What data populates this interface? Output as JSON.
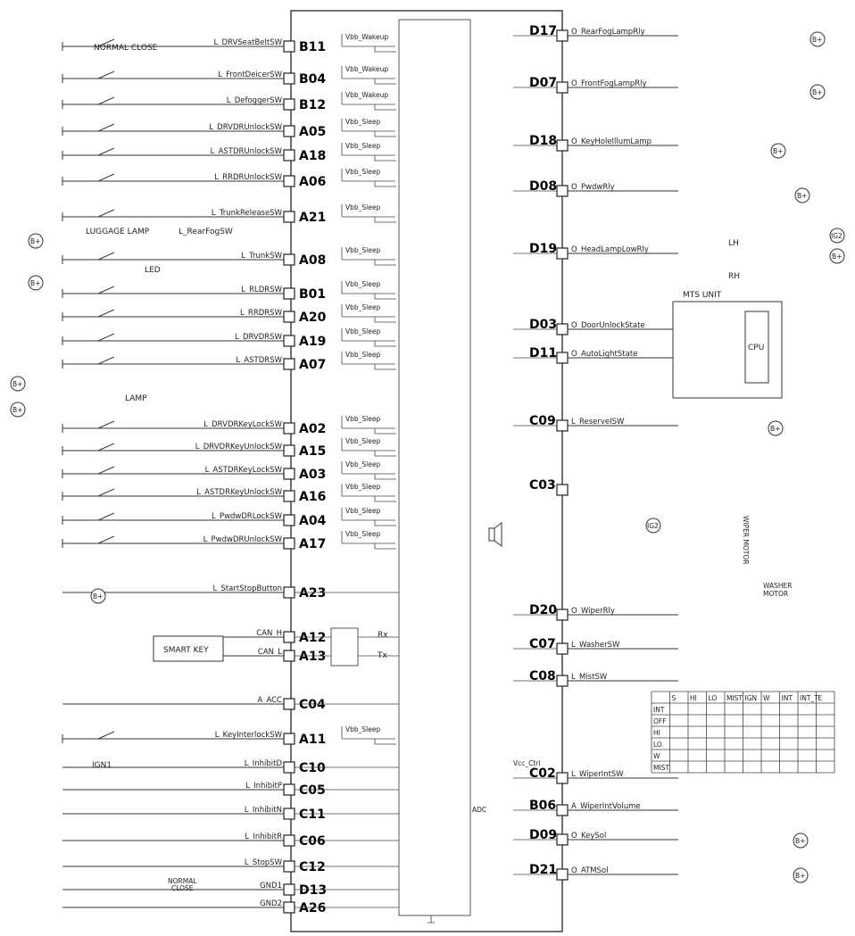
{
  "left_pins": [
    {
      "pin": "B11",
      "signal": "L_DRVSeatBeltSW",
      "bias": "Vbb_Wakeup"
    },
    {
      "pin": "B04",
      "signal": "L_FrontDeicerSW",
      "bias": "Vbb_Wakeup"
    },
    {
      "pin": "B12",
      "signal": "L_DefoggerSW",
      "bias": "Vbb_Wakeup"
    },
    {
      "pin": "A05",
      "signal": "L_DRVDRUnlockSW",
      "bias": "Vbb_Sleep"
    },
    {
      "pin": "A18",
      "signal": "L_ASTDRUnlockSW",
      "bias": "Vbb_Sleep"
    },
    {
      "pin": "A06",
      "signal": "L_RRDRUnlockSW",
      "bias": "Vbb_Sleep"
    },
    {
      "pin": "A21",
      "signal": "L_TrunkReleaseSW",
      "bias": "Vbb_Sleep"
    },
    {
      "pin": "A08",
      "signal": "L_TrunkSW",
      "bias": "Vbb_Sleep"
    },
    {
      "pin": "B01",
      "signal": "L_RLDRSW",
      "bias": "Vbb_Sleep"
    },
    {
      "pin": "A20",
      "signal": "L_RRDRSW",
      "bias": "Vbb_Sleep"
    },
    {
      "pin": "A19",
      "signal": "L_DRVDRSW",
      "bias": "Vbb_Sleep"
    },
    {
      "pin": "A07",
      "signal": "L_ASTDRSW",
      "bias": "Vbb_Sleep"
    },
    {
      "pin": "A02",
      "signal": "L_DRVDRKeyLockSW",
      "bias": "Vbb_Sleep"
    },
    {
      "pin": "A15",
      "signal": "L_DRVDRKeyUnlockSW",
      "bias": "Vbb_Sleep"
    },
    {
      "pin": "A03",
      "signal": "L_ASTDRKeyLockSW",
      "bias": "Vbb_Sleep"
    },
    {
      "pin": "A16",
      "signal": "L_ASTDRKeyUnlockSW",
      "bias": "Vbb_Sleep"
    },
    {
      "pin": "A04",
      "signal": "L_PwdwDRLockSW",
      "bias": "Vbb_Sleep"
    },
    {
      "pin": "A17",
      "signal": "L_PwdwDRUnlockSW",
      "bias": "Vbb_Sleep"
    },
    {
      "pin": "A23",
      "signal": "L_StartStopButton",
      "bias": ""
    },
    {
      "pin": "A12",
      "signal": "CAN_H",
      "bias": ""
    },
    {
      "pin": "A13",
      "signal": "CAN_L",
      "bias": ""
    },
    {
      "pin": "C04",
      "signal": "A_ACC",
      "bias": ""
    },
    {
      "pin": "A11",
      "signal": "L_KeyInterlockSW",
      "bias": "Vbb_Sleep"
    },
    {
      "pin": "C10",
      "signal": "L_InhibitD",
      "bias": ""
    },
    {
      "pin": "C05",
      "signal": "L_InhibitP",
      "bias": ""
    },
    {
      "pin": "C11",
      "signal": "L_InhibitN",
      "bias": ""
    },
    {
      "pin": "C06",
      "signal": "L_InhibitR",
      "bias": ""
    },
    {
      "pin": "C12",
      "signal": "L_StopSW",
      "bias": ""
    },
    {
      "pin": "D13",
      "signal": "GND1",
      "bias": ""
    },
    {
      "pin": "A26",
      "signal": "GND2",
      "bias": ""
    }
  ],
  "right_pins": [
    {
      "pin": "D17",
      "signal": "O_RearFogLampRly"
    },
    {
      "pin": "D07",
      "signal": "O_FrontFogLampRly"
    },
    {
      "pin": "D18",
      "signal": "O_KeyHoleIllumLamp"
    },
    {
      "pin": "D08",
      "signal": "O_PwdwRly"
    },
    {
      "pin": "D19",
      "signal": "O_HeadLampLowRly"
    },
    {
      "pin": "D03",
      "signal": "O_DoorUnlockState"
    },
    {
      "pin": "D11",
      "signal": "O_AutoLightState"
    },
    {
      "pin": "C09",
      "signal": "L_ReserveISW"
    },
    {
      "pin": "C03",
      "signal": ""
    },
    {
      "pin": "D20",
      "signal": "O_WiperRly"
    },
    {
      "pin": "C07",
      "signal": "L_WasherSW"
    },
    {
      "pin": "C08",
      "signal": "L_MistSW"
    },
    {
      "pin": "C02",
      "signal": "L_WiperIntSW"
    },
    {
      "pin": "B06",
      "signal": "A_WiperIntVolume"
    },
    {
      "pin": "D09",
      "signal": "O_KeySol"
    },
    {
      "pin": "D21",
      "signal": "O_ATMSol"
    }
  ],
  "labels": {
    "normal_close_top": "NORMAL CLOSE",
    "luggage_lamp": "LUGGAGE LAMP",
    "rear_fog_sw": "L_RearFogSW",
    "led": "LED",
    "lamp": "LAMP",
    "smart_key": "SMART KEY",
    "rx": "Rx",
    "tx": "Tx",
    "ign1": "IGN1",
    "normal_close_bottom_1": "NORMAL",
    "normal_close_bottom_2": "CLOSE",
    "mts_unit": "MTS UNIT",
    "cpu": "CPU",
    "lh": "LH",
    "rh": "RH",
    "ig2": "IG2",
    "wiper_motor": "WIPER MOTOR",
    "washer_motor_1": "WASHER",
    "washer_motor_2": "MOTOR",
    "vcc_ctrl": "Vcc_Ctrl",
    "adc": "ADC",
    "bplus": "B+",
    "ig2_small": "IG2"
  },
  "wiper_table": {
    "headers": [
      "S",
      "HI",
      "LO",
      "MIST",
      "IGN",
      "W",
      "INT",
      "INT_T",
      "E"
    ],
    "rows": [
      "INT",
      "OFF",
      "HI",
      "LO",
      "W",
      "MIST"
    ]
  }
}
